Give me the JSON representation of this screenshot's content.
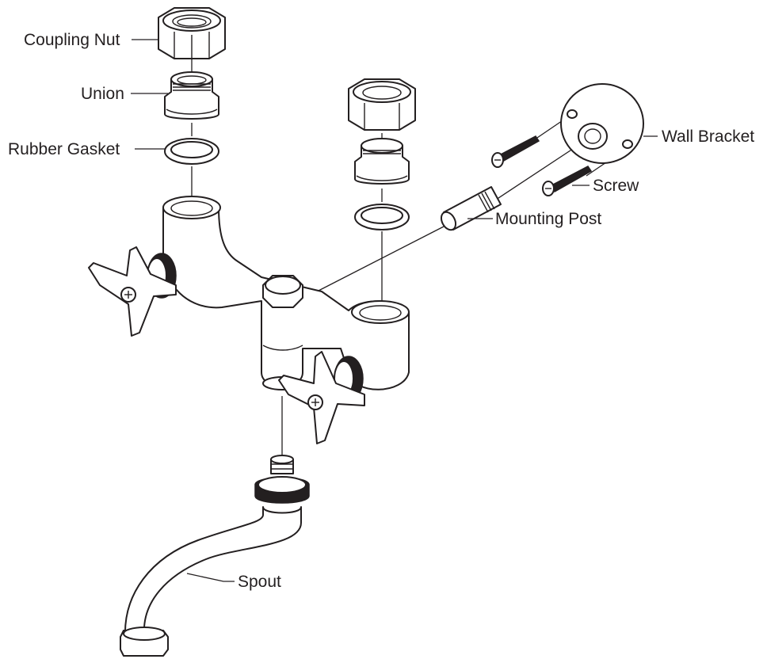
{
  "labels": {
    "coupling_nut": "Coupling Nut",
    "union": "Union",
    "rubber_gasket": "Rubber Gasket",
    "wall_bracket": "Wall Bracket",
    "screw": "Screw",
    "mounting_post": "Mounting Post",
    "spout": "Spout"
  },
  "colors": {
    "ink": "#231f20",
    "paper": "#ffffff"
  }
}
